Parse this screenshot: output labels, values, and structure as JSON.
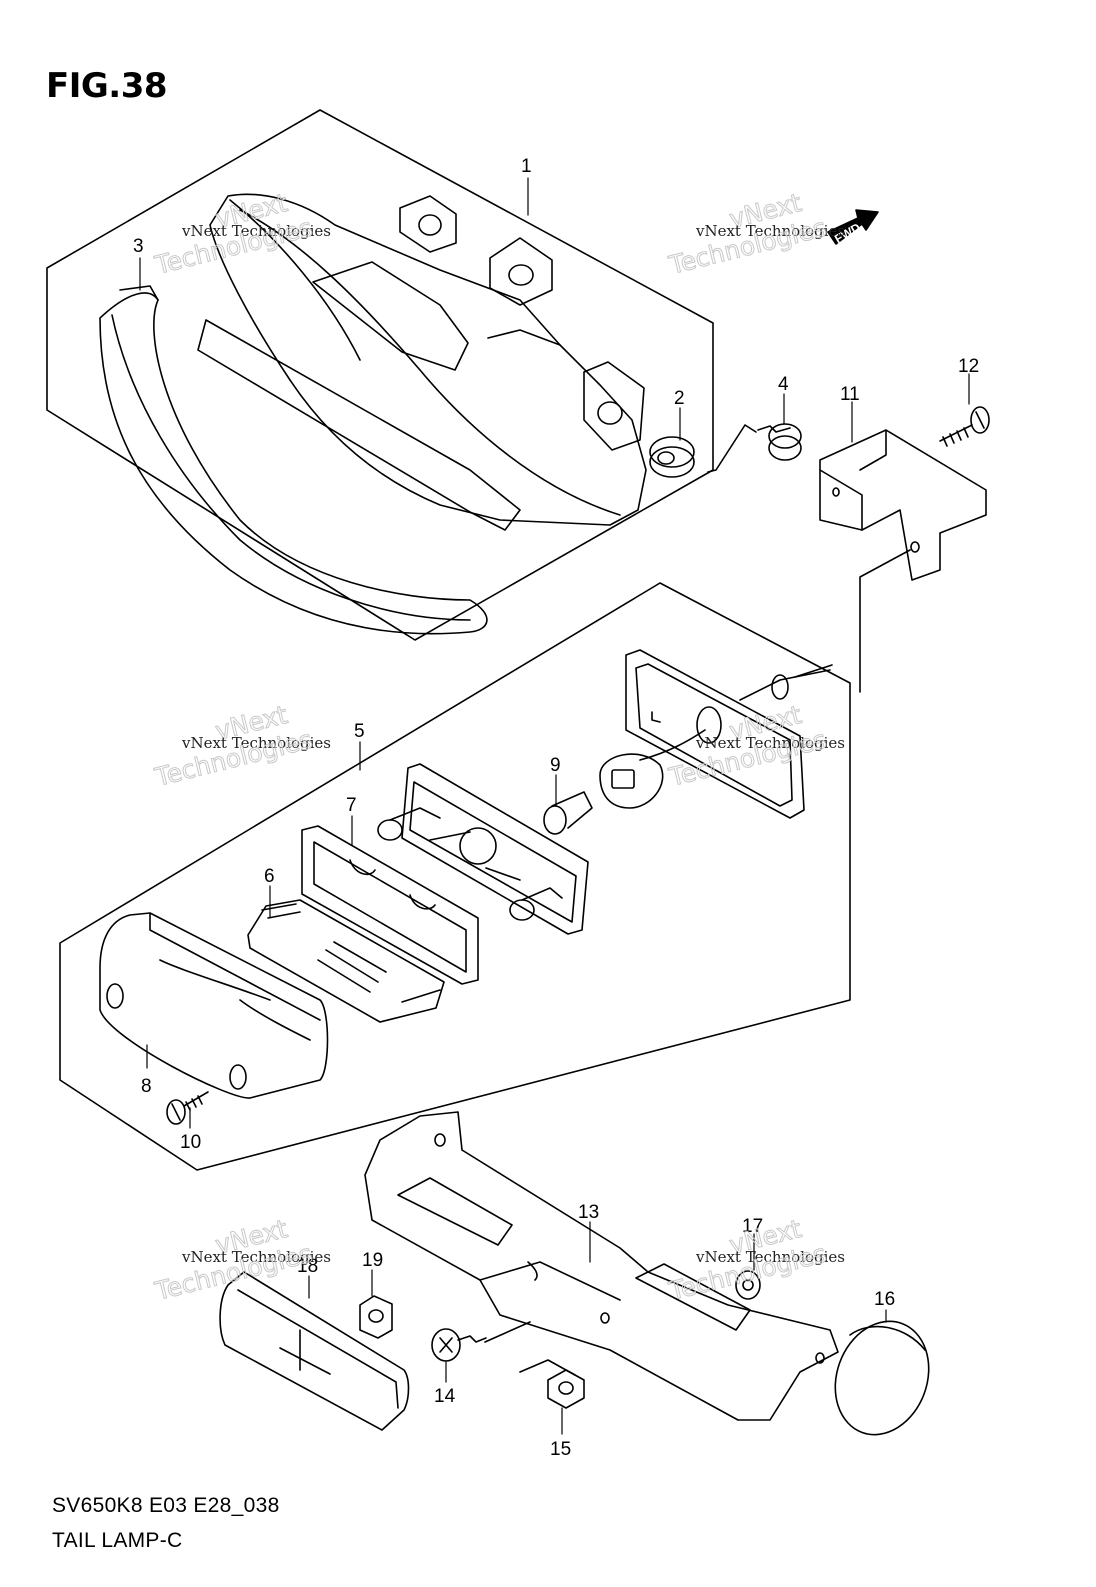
{
  "figure": {
    "title": "FIG.38",
    "model_code": "SV650K8 E03 E28_038",
    "part_name": "TAIL LAMP-C"
  },
  "watermark": {
    "line1": "vNext Technologies",
    "line2": "vNext",
    "line3": "Technologies"
  },
  "direction_marker": "FWD",
  "callouts": [
    "1",
    "2",
    "3",
    "4",
    "5",
    "6",
    "7",
    "8",
    "9",
    "10",
    "11",
    "12",
    "13",
    "14",
    "15",
    "16",
    "17",
    "18",
    "19"
  ]
}
